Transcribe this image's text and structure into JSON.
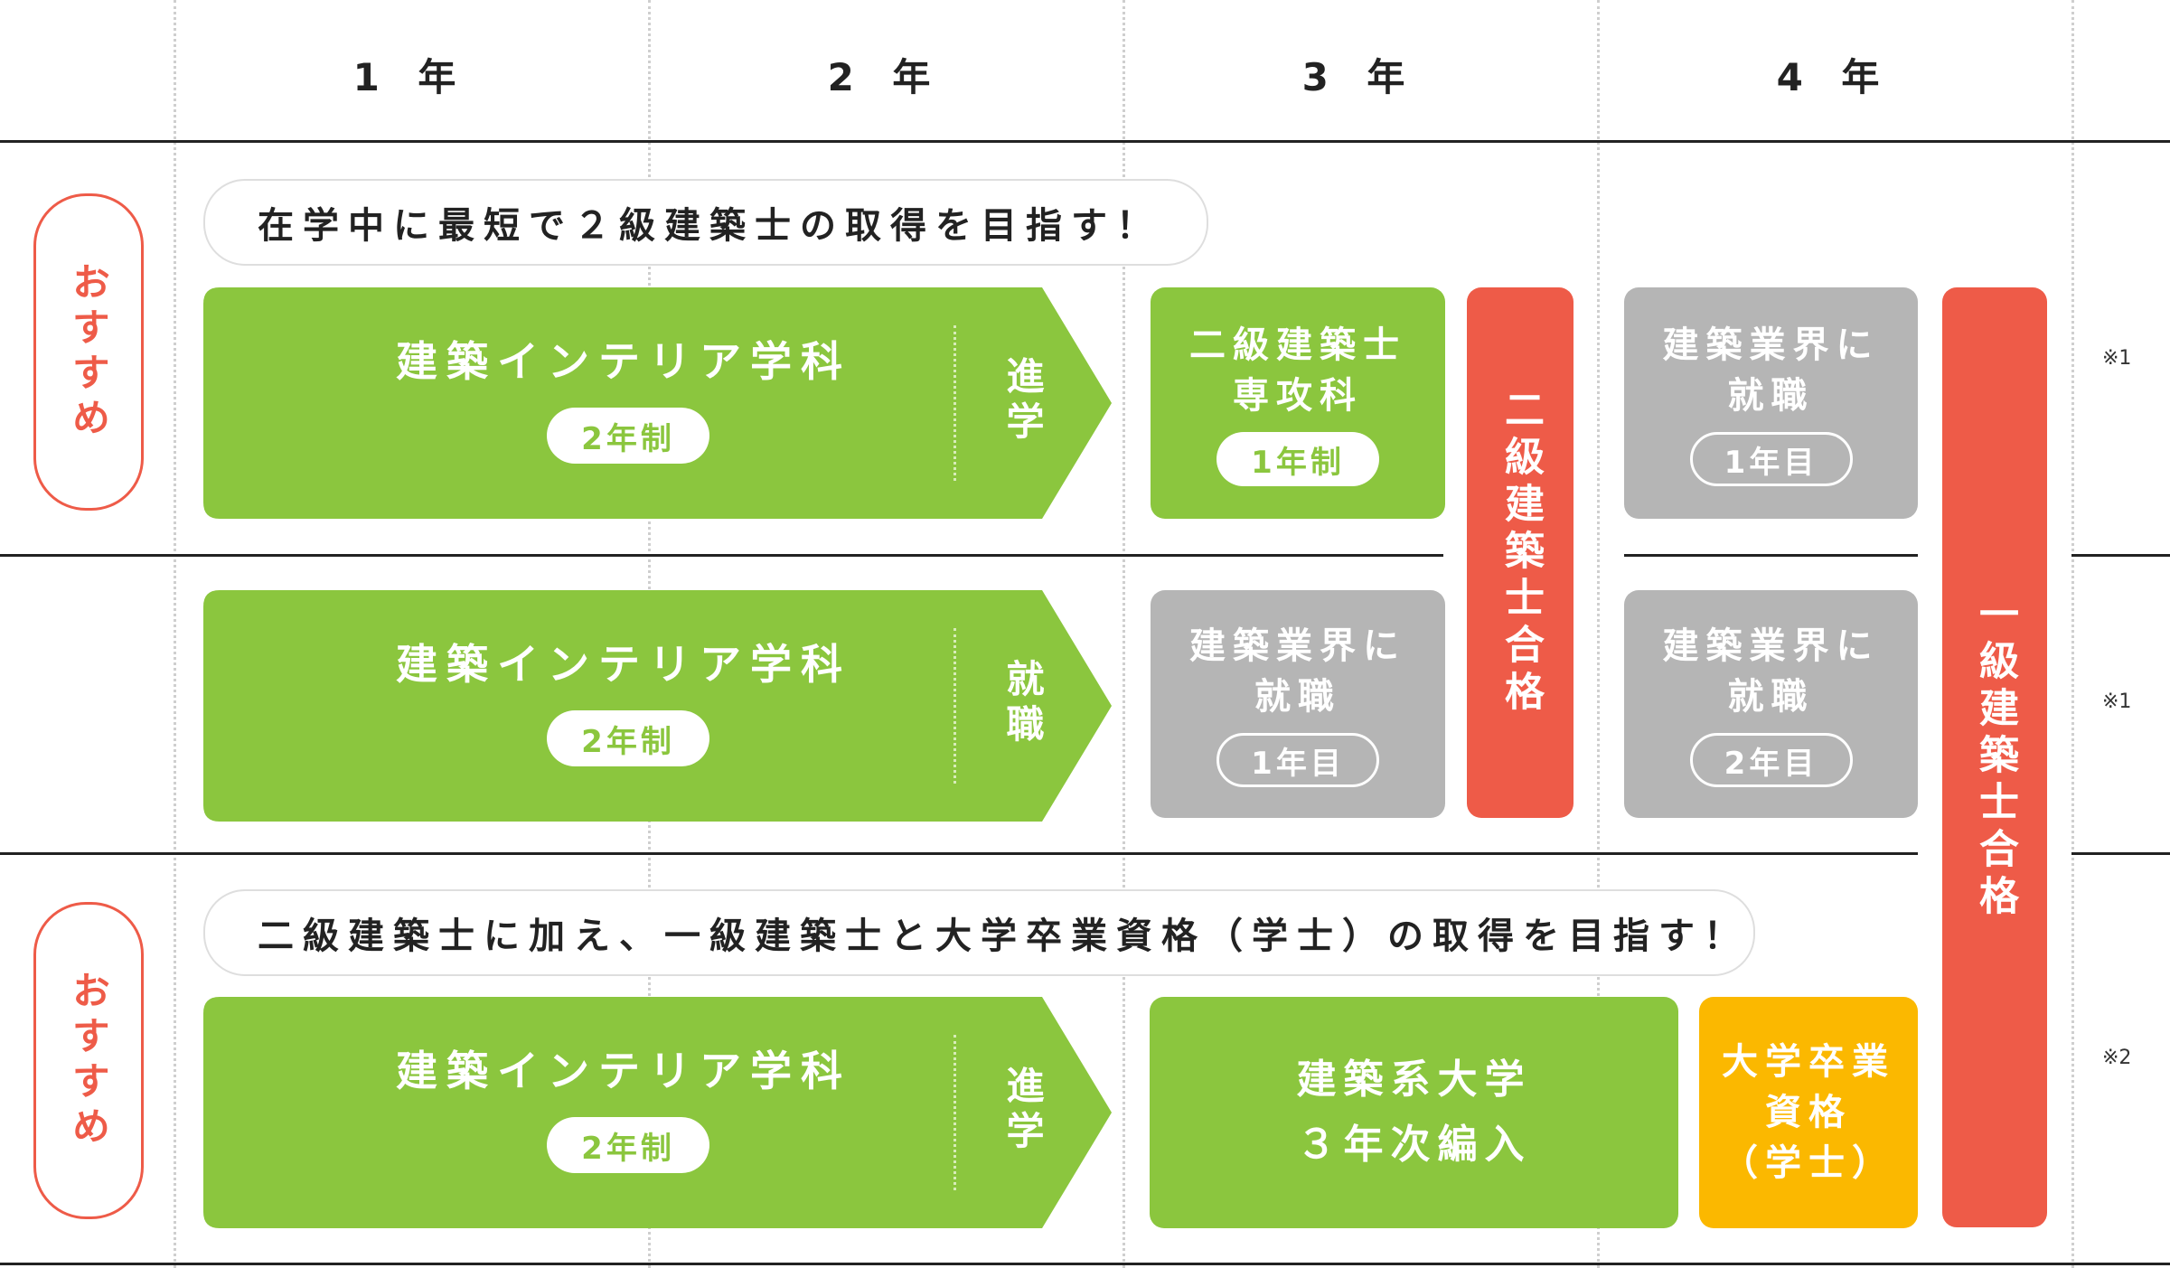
{
  "years": [
    "1 年",
    "2 年",
    "3 年",
    "4 年"
  ],
  "recommend_label": "おすすめ",
  "banners": {
    "top": "在学中に最短で２級建築士の取得を目指す！",
    "bottom": "二級建築士に加え、一級建築士と大学卒業資格（学士）の取得を目指す！"
  },
  "rows": [
    {
      "arrow": {
        "title": "建築インテリア学科",
        "pill": "2年制",
        "side": "進学"
      },
      "year3": {
        "line1": "二級建築士",
        "line2": "専攻科",
        "pill": "1年制",
        "color": "#8bc63e"
      },
      "year4": {
        "line1": "建築業界に",
        "line2": "就職",
        "pill": "1年目",
        "color": "#b5b5b5"
      },
      "note": "※1"
    },
    {
      "arrow": {
        "title": "建築インテリア学科",
        "pill": "2年制",
        "side": "就職"
      },
      "year3": {
        "line1": "建築業界に",
        "line2": "就職",
        "pill": "1年目",
        "color": "#b5b5b5"
      },
      "year4": {
        "line1": "建築業界に",
        "line2": "就職",
        "pill": "2年目",
        "color": "#b5b5b5"
      },
      "note": "※1"
    },
    {
      "arrow": {
        "title": "建築インテリア学科",
        "pill": "2年制",
        "side": "進学"
      },
      "year3": {
        "line1": "建築系大学",
        "line2": "３年次編入",
        "color": "#8bc63e"
      },
      "year4": {
        "line1": "大学卒業",
        "line2": "資格",
        "line3": "（学士）",
        "color": "#fbb800"
      },
      "note": "※2"
    }
  ],
  "pass_second": "二級建築士合格",
  "pass_first": "一級建築士合格",
  "colors": {
    "green": "#8bc63e",
    "gray": "#b5b5b5",
    "red": "#ee5b48",
    "yellow": "#fbb800"
  }
}
